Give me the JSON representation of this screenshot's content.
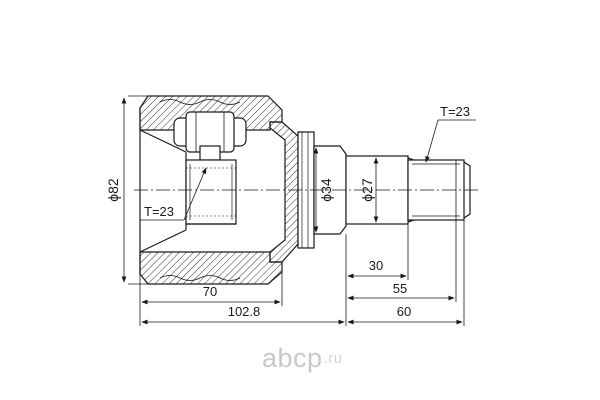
{
  "part": {
    "dimensions": {
      "housing_diameter": "ϕ82",
      "flange_diameter": "ϕ34",
      "shaft_diameter": "ϕ27",
      "inner_spline_teeth": "T=23",
      "outer_spline_teeth": "T=23",
      "length_inner": "70",
      "length_total_housing": "102.8",
      "length_shaft_total": "60",
      "length_shaft_mid": "55",
      "length_spline": "30"
    }
  },
  "watermark": {
    "brand": "abcp",
    "domain": ".ru"
  },
  "colors": {
    "line": "#1a1a1a",
    "hatch": "#333333",
    "watermark": "#c9c9c9"
  }
}
